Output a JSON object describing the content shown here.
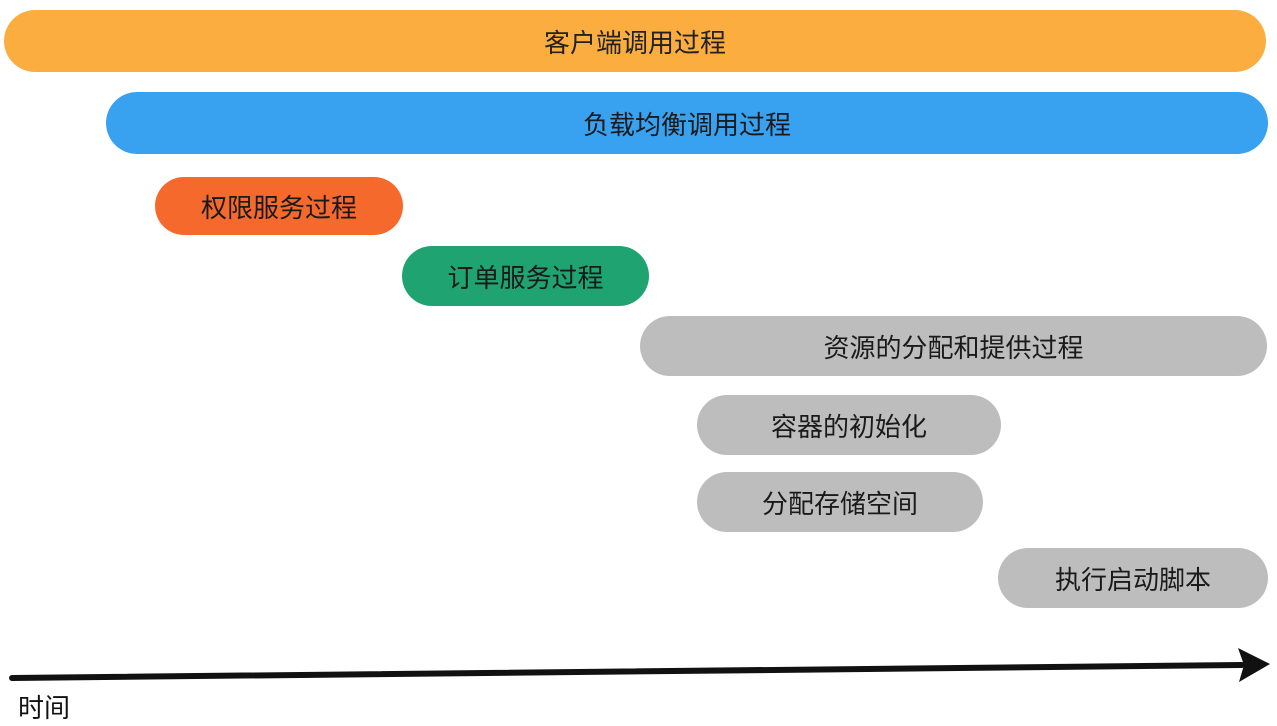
{
  "diagram": {
    "bars": [
      {
        "key": "client",
        "label": "客户端调用过程",
        "color": "#FBAE3F",
        "text_color": "#222222"
      },
      {
        "key": "lb",
        "label": "负载均衡调用过程",
        "color": "#38A1F0",
        "text_color": "#1a1a1a"
      },
      {
        "key": "auth",
        "label": "权限服务过程",
        "color": "#F56A2C",
        "text_color": "#1a1a1a"
      },
      {
        "key": "order",
        "label": "订单服务过程",
        "color": "#1FA371",
        "text_color": "#1a1a1a"
      },
      {
        "key": "resource",
        "label": "资源的分配和提供过程",
        "color": "#BDBDBD",
        "text_color": "#1a1a1a"
      },
      {
        "key": "container",
        "label": "容器的初始化",
        "color": "#BDBDBD",
        "text_color": "#1a1a1a"
      },
      {
        "key": "storage",
        "label": "分配存储空间",
        "color": "#BDBDBD",
        "text_color": "#1a1a1a"
      },
      {
        "key": "script",
        "label": "执行启动脚本",
        "color": "#BDBDBD",
        "text_color": "#1a1a1a"
      }
    ],
    "axis": {
      "label": "时间",
      "color": "#111111"
    }
  }
}
